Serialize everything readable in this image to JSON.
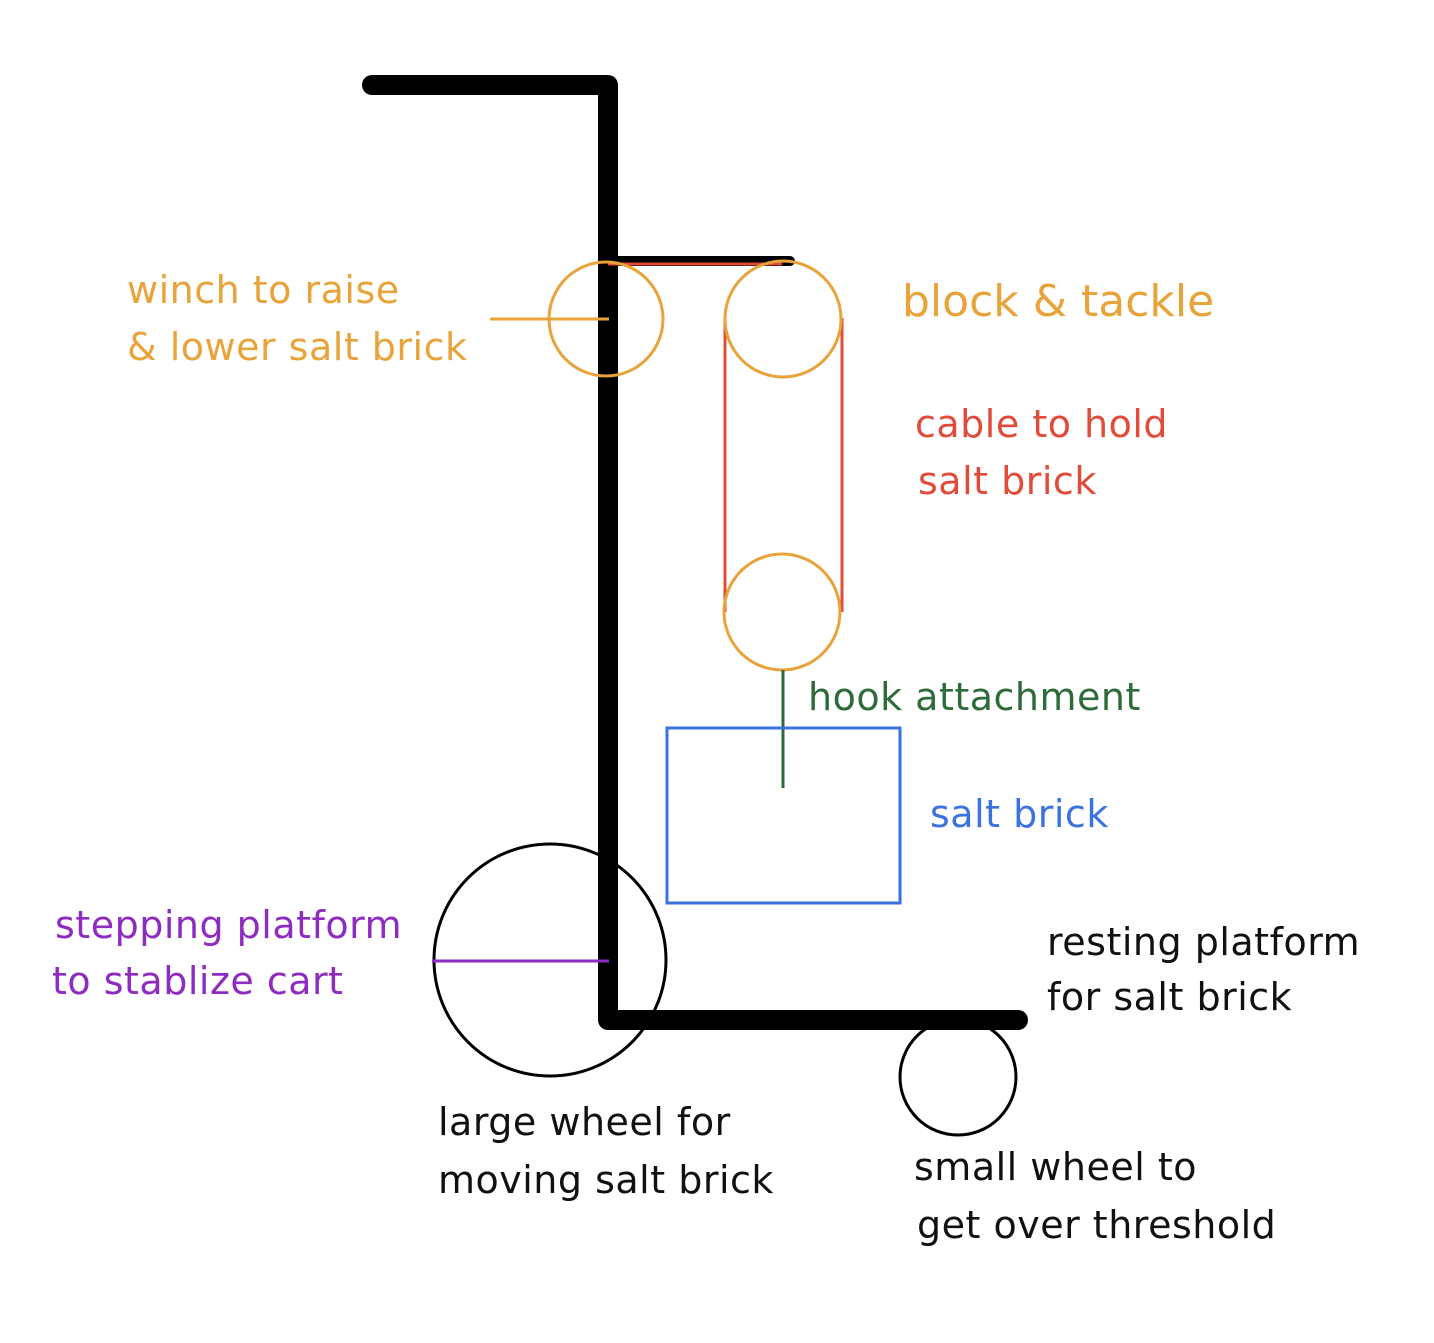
{
  "colors": {
    "frame": "#000000",
    "pulley": "#e8a33a",
    "cable": "#e04b3a",
    "hook": "#2e6b3a",
    "brick": "#3a72e0",
    "step": "#8e2bc0",
    "text_dark": "#111111"
  },
  "labels": {
    "winch": [
      "winch to raise",
      "& lower salt brick"
    ],
    "block_tackle": [
      "block & tackle"
    ],
    "cable": [
      "cable to hold",
      "salt brick"
    ],
    "hook": [
      "hook attachment"
    ],
    "brick": [
      "salt brick"
    ],
    "stepping": [
      "stepping platform",
      "to stablize cart"
    ],
    "resting": [
      "resting platform",
      "for salt brick"
    ],
    "large_wheel": [
      "large wheel for",
      "moving salt brick"
    ],
    "small_wheel": [
      "small wheel to",
      "get over threshold"
    ]
  }
}
